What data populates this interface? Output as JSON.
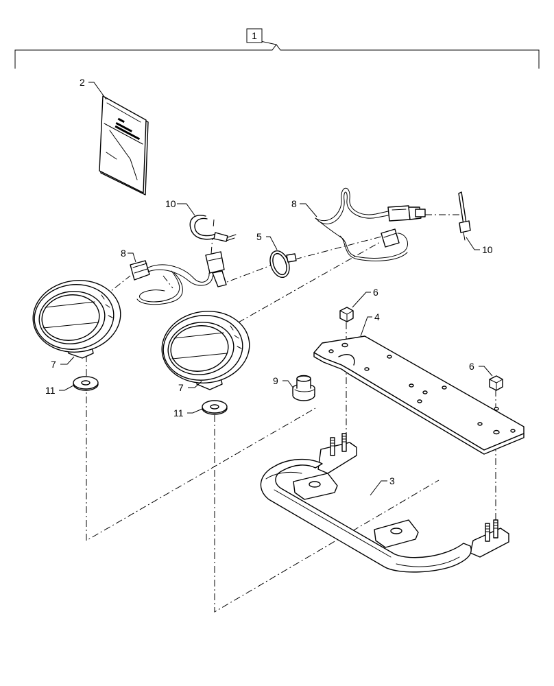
{
  "assembly": {
    "callout": "1"
  },
  "callouts": {
    "manual": "2",
    "step_bar": "3",
    "bracket_plate": "4",
    "cable_tie_clip": "5",
    "nut_left": "6",
    "nut_right": "6",
    "work_light_left": "7",
    "work_light_right": "7",
    "harness_left": "8",
    "harness_right": "8",
    "rubber_grommet": "9",
    "cable_tie_left": "10",
    "cable_tie_right": "10",
    "washer_left": "11",
    "washer_right": "11"
  }
}
